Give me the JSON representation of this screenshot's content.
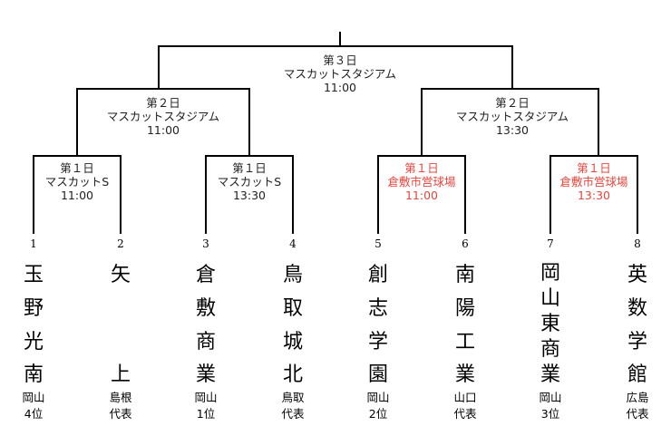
{
  "matches": {
    "final": {
      "day": "第３日",
      "venue": "マスカットスタジアム",
      "time": "11:00",
      "color": "#222222"
    },
    "semi_left": {
      "day": "第２日",
      "venue": "マスカットスタジアム",
      "time": "11:00",
      "color": "#222222"
    },
    "semi_right": {
      "day": "第２日",
      "venue": "マスカットスタジアム",
      "time": "13:30",
      "color": "#222222"
    },
    "q1": {
      "day": "第１日",
      "venue": "マスカットS",
      "time": "11:00",
      "color": "#222222"
    },
    "q2": {
      "day": "第１日",
      "venue": "マスカットS",
      "time": "13:30",
      "color": "#222222"
    },
    "q3": {
      "day": "第１日",
      "venue": "倉敷市営球場",
      "time": "11:00",
      "color": "#e8453c"
    },
    "q4": {
      "day": "第１日",
      "venue": "倉敷市営球場",
      "time": "13:30",
      "color": "#e8453c"
    }
  },
  "teams": [
    {
      "seed": "1",
      "name": [
        "玉",
        "野",
        "光",
        "南"
      ],
      "region": "岡山",
      "rank": "4位"
    },
    {
      "seed": "2",
      "name": [
        "矢",
        "上"
      ],
      "region": "島根",
      "rank": "代表"
    },
    {
      "seed": "3",
      "name": [
        "倉",
        "敷",
        "商",
        "業"
      ],
      "region": "岡山",
      "rank": "1位"
    },
    {
      "seed": "4",
      "name": [
        "鳥",
        "取",
        "城",
        "北"
      ],
      "region": "鳥取",
      "rank": "代表"
    },
    {
      "seed": "5",
      "name": [
        "創",
        "志",
        "学",
        "園"
      ],
      "region": "岡山",
      "rank": "2位"
    },
    {
      "seed": "6",
      "name": [
        "南",
        "陽",
        "工",
        "業"
      ],
      "region": "山口",
      "rank": "代表"
    },
    {
      "seed": "7",
      "name": [
        "岡",
        "山",
        "東",
        "商",
        "業"
      ],
      "region": "岡山",
      "rank": "3位"
    },
    {
      "seed": "8",
      "name": [
        "英",
        "数",
        "学",
        "館"
      ],
      "region": "広島",
      "rank": "代表"
    }
  ]
}
